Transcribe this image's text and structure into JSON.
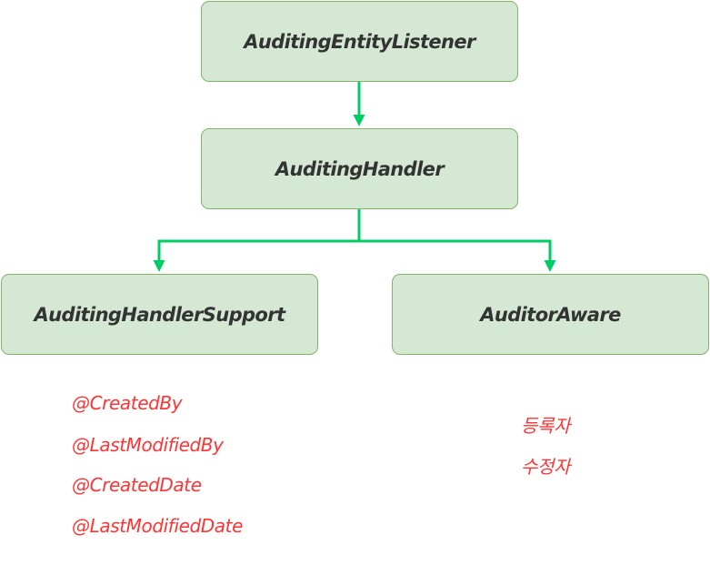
{
  "diagram": {
    "nodes": {
      "listener": "AuditingEntityListener",
      "handler": "AuditingHandler",
      "support": "AuditingHandlerSupport",
      "aware": "AuditorAware"
    },
    "edges": [
      {
        "from": "AuditingEntityListener",
        "to": "AuditingHandler"
      },
      {
        "from": "AuditingHandler",
        "to": "AuditingHandlerSupport"
      },
      {
        "from": "AuditingHandler",
        "to": "AuditorAware"
      }
    ],
    "support_annotations": [
      "@CreatedBy",
      "@LastModifiedBy",
      "@CreatedDate",
      "@LastModifiedDate"
    ],
    "aware_annotations": [
      "등록자",
      "수정자"
    ],
    "colors": {
      "node_fill": "#d5e8d4",
      "node_border": "#82b366",
      "connector": "#00cc66",
      "annotation_text": "#ff3333"
    }
  }
}
